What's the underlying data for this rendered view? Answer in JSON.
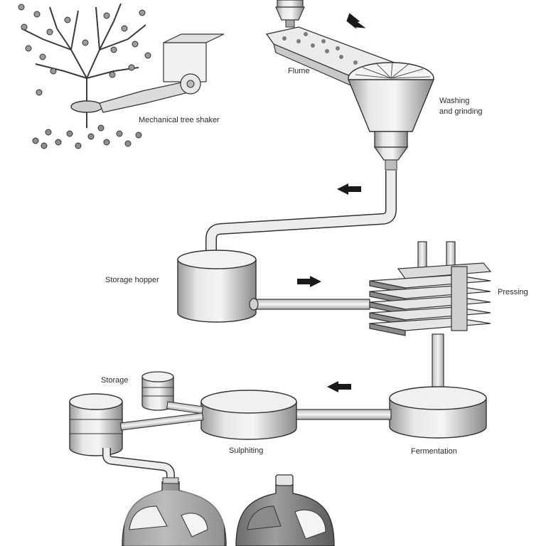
{
  "labels": {
    "tree_shaker": "Mechanical tree shaker",
    "flume": "Flume",
    "washing_line1": "Washing",
    "washing_line2": "and grinding",
    "storage_hopper": "Storage hopper",
    "pressing": "Pressing",
    "storage": "Storage",
    "sulphiting": "Sulphiting",
    "fermentation": "Fermentation"
  },
  "colors": {
    "line": "#3a3a3a",
    "metal_light": "#e6e6e6",
    "metal_mid": "#bdbdbd",
    "metal_dark": "#8c8c8c",
    "arrow": "#1a1a1a"
  },
  "icons": {
    "flow_arrow": "arrow-icon",
    "tree": "tree-icon",
    "bottle": "bottle-icon"
  }
}
